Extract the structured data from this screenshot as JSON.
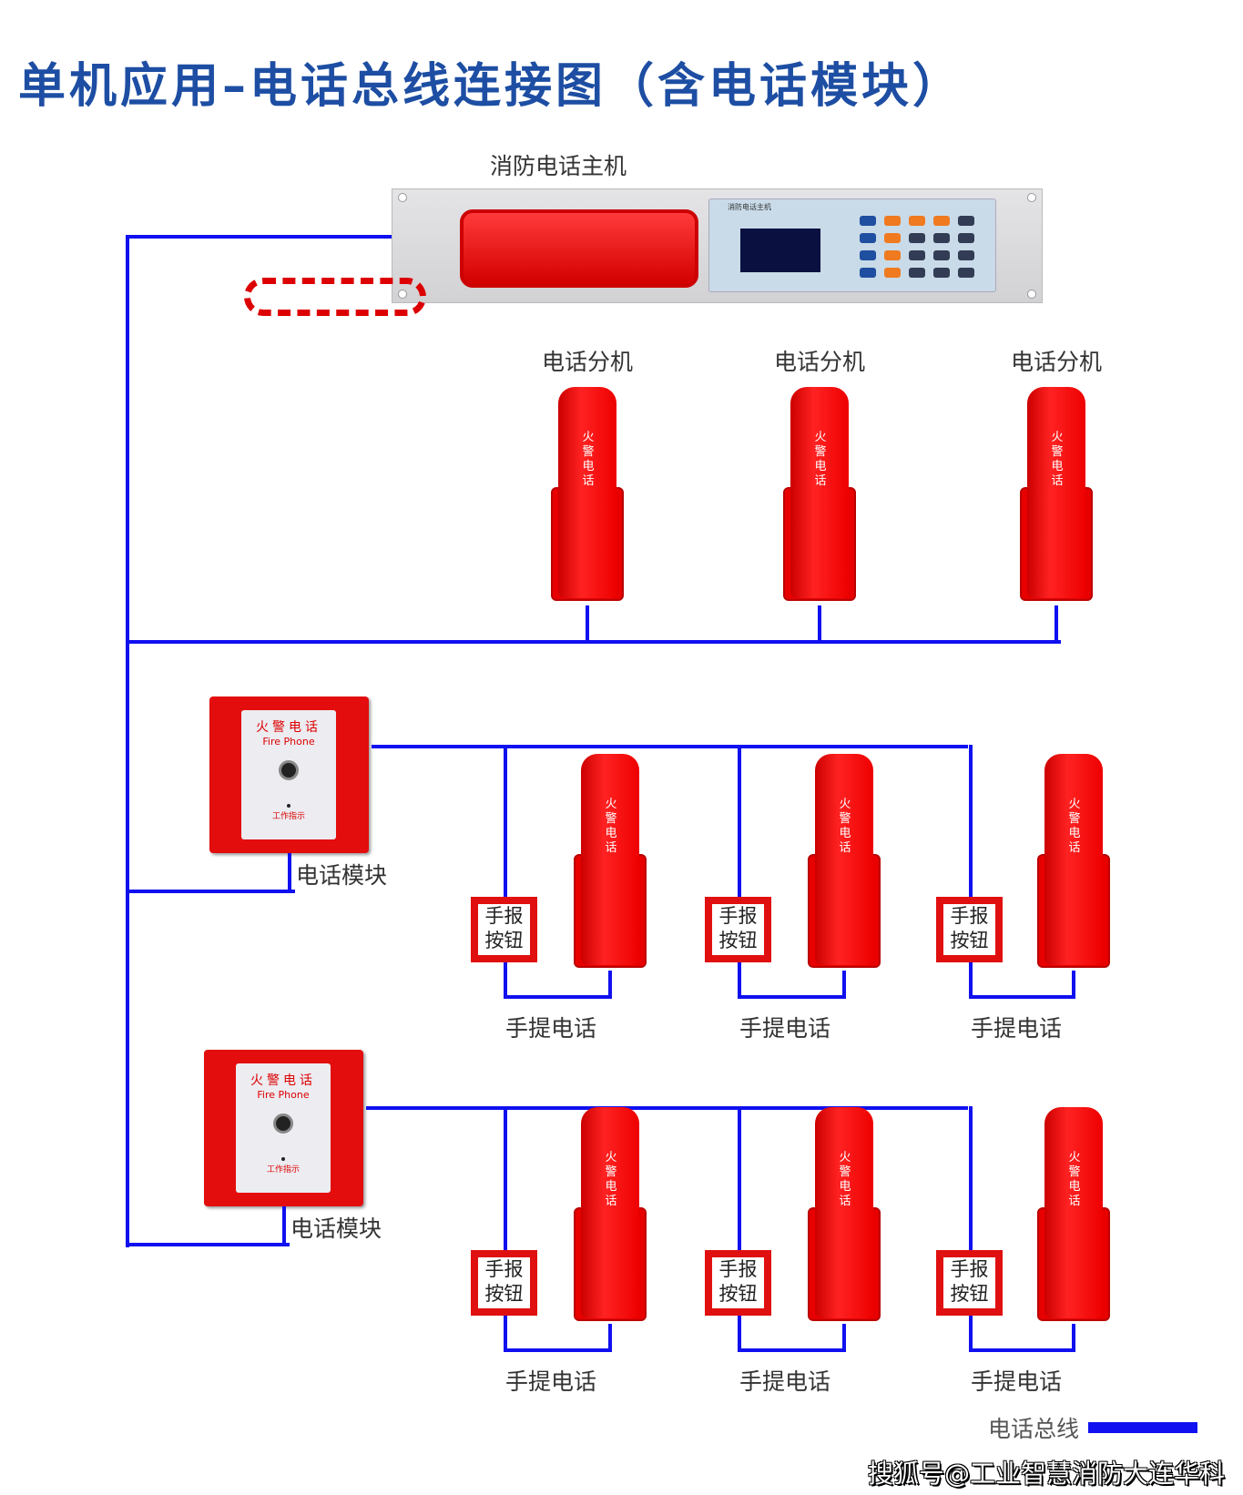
{
  "title": "单机应用–电话总线连接图（含电话模块）",
  "host": {
    "label": "消防电话主机",
    "panel_text": "消防电话主机"
  },
  "extensions": {
    "label": "电话分机",
    "count": 3
  },
  "phone_text": "火警电话",
  "module": {
    "label": "电话模块",
    "face_cn": "火警电话",
    "face_en": "Fire Phone",
    "indicator": "工作指示"
  },
  "button_label": {
    "line1": "手报",
    "line2": "按钮"
  },
  "handheld_label": "手提电话",
  "legend": {
    "label": "电话总线",
    "color": "#1010f0"
  },
  "watermark": "搜狐号@工业智慧消防大连华科"
}
